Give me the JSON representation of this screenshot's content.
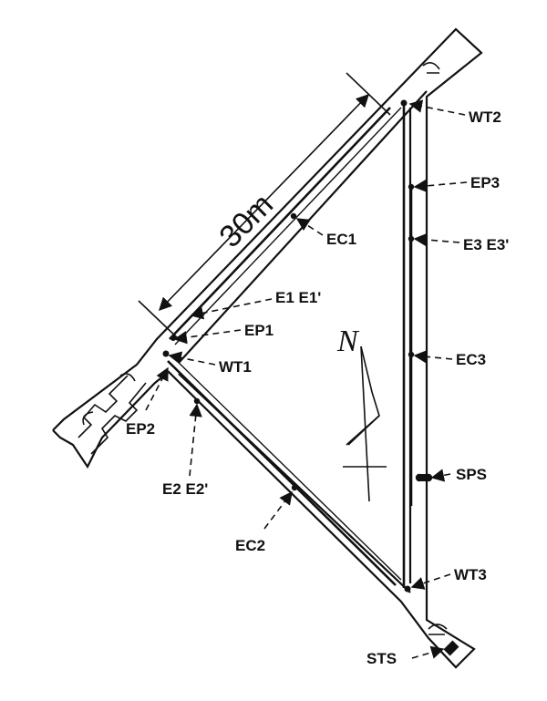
{
  "dimension": {
    "label": "30m"
  },
  "north_symbol": "N",
  "labels": {
    "wt1": "WT1",
    "wt2": "WT2",
    "wt3": "WT3",
    "ep1": "EP1",
    "ep2": "EP2",
    "ep3": "EP3",
    "ec1": "EC1",
    "ec2": "EC2",
    "ec3": "EC3",
    "e1": "E1 E1'",
    "e2": "E2 E2'",
    "e3": "E3 E3'",
    "sps": "SPS",
    "sts": "STS"
  }
}
